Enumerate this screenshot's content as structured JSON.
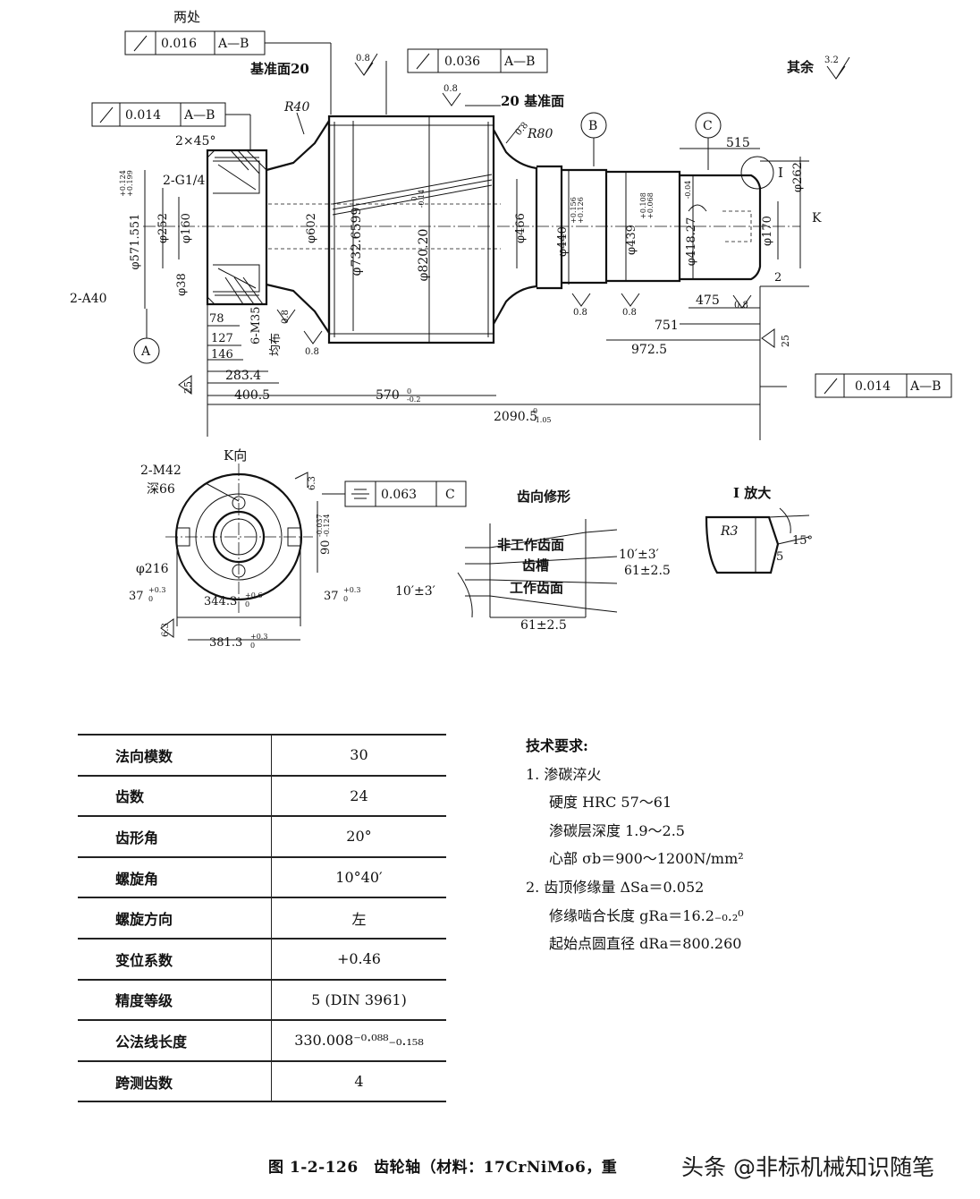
{
  "drawing": {
    "main_view": {
      "top_tolerance_frame": {
        "label_above": "两处",
        "value": "0.016",
        "datum": "A—B"
      },
      "left_tolerance_frame": {
        "value": "0.014",
        "datum": "A—B"
      },
      "mid_tolerance_frame": {
        "value": "0.036",
        "datum": "A—B"
      },
      "bottom_tolerance_frame": {
        "value": "0.014",
        "datum": "A—B"
      },
      "datum_face_left": "基准面20",
      "datum_face_right": "20 基准面",
      "roughness_other": "其余",
      "roughness_other_value": "3.2",
      "roughness_values": [
        "0.8",
        "0.8",
        "0.8",
        "0.8",
        "0.8",
        "0.8",
        "0.8",
        "0.8",
        "25",
        "25"
      ],
      "datum_labels": [
        "A",
        "B",
        "C"
      ],
      "detail_mark": "I",
      "view_mark": "K",
      "radius_labels": [
        "R40",
        "R80"
      ],
      "diameters": [
        "φ571.551",
        "φ252",
        "φ160",
        "φ38",
        "φ602",
        "φ732.6599",
        "φ820.20",
        "φ466",
        "φ440",
        "φ439",
        "φ418.27",
        "φ170",
        "φ262"
      ],
      "tolerances": {
        "d571": [
          "+0.199",
          "+0.124"
        ],
        "d820": [
          "0",
          "-0.14"
        ],
        "d440": [
          "+0.156",
          "+0.126"
        ],
        "d439": [
          "+0.108",
          "+0.068"
        ],
        "d418": [
          "-0.04",
          ""
        ]
      },
      "feature_labels": [
        "2×45°",
        "2-G1/4",
        "2-A40",
        "6-M35",
        "均布"
      ],
      "lengths": [
        "78",
        "127",
        "146",
        "283.4",
        "400.5",
        "570",
        "2090.5",
        "972.5",
        "751",
        "475",
        "515",
        "2"
      ],
      "length_tolerances": {
        "l570": [
          "0",
          "-0.2"
        ],
        "l2090": [
          "0",
          "-1.05"
        ]
      }
    },
    "k_view": {
      "title": "K向",
      "thread_label": "2-M42",
      "depth_label": "深66",
      "diameter": "φ216",
      "tolerance_frame": {
        "value": "0.063",
        "datum": "C"
      },
      "dim_90": "90",
      "dim_90_tol": [
        "-0.037",
        "-0.124"
      ],
      "dim_37": "37",
      "dim_37_tol": [
        "+0.3",
        "0"
      ],
      "dim_344": "344.3",
      "dim_344_tol": [
        "+0.6",
        "0"
      ],
      "dim_381": "381.3",
      "dim_381_tol": [
        "+0.3",
        "0"
      ],
      "roughness": "6.3"
    },
    "tooth_modification": {
      "title": "齿向修形",
      "non_working_flank": "非工作齿面",
      "groove": "齿槽",
      "working_flank": "工作齿面",
      "angle": "10′±3′",
      "length": "61±2.5"
    },
    "detail_i": {
      "title": "I 放大",
      "radius": "R3",
      "angle": "15°",
      "size": "5"
    }
  },
  "params_table": [
    {
      "name": "法向模数",
      "value": "30"
    },
    {
      "name": "齿数",
      "value": "24"
    },
    {
      "name": "齿形角",
      "value": "20°"
    },
    {
      "name": "螺旋角",
      "value": "10°40′"
    },
    {
      "name": "螺旋方向",
      "value": "左"
    },
    {
      "name": "变位系数",
      "value": "+0.46"
    },
    {
      "name": "精度等级",
      "value": "5 (DIN 3961)"
    },
    {
      "name": "公法线长度",
      "value": "330.008⁻⁰·⁰⁸⁸₋₀.₁₅₈"
    },
    {
      "name": "跨测齿数",
      "value": "4"
    }
  ],
  "tech_requirements": {
    "title": "技术要求:",
    "lines": [
      {
        "text": "1. 渗碳淬火",
        "level": 1
      },
      {
        "text": "硬度 HRC 57～61",
        "level": 2
      },
      {
        "text": "渗碳层深度 1.9～2.5",
        "level": 2
      },
      {
        "text": "心部 σb＝900～1200N/mm²",
        "level": 2
      },
      {
        "text": "2. 齿顶修缘量 ΔSa＝0.052",
        "level": 1
      },
      {
        "text": "修缘啮合长度 gRa＝16.2₋₀.₂⁰",
        "level": 2
      },
      {
        "text": "起始点圆直径 dRa＝800.260",
        "level": 2
      }
    ]
  },
  "caption": "图 1-2-126　齿轮轴（材料：17CrNiMo6，重",
  "watermark": "头条 @非标机械知识随笔"
}
